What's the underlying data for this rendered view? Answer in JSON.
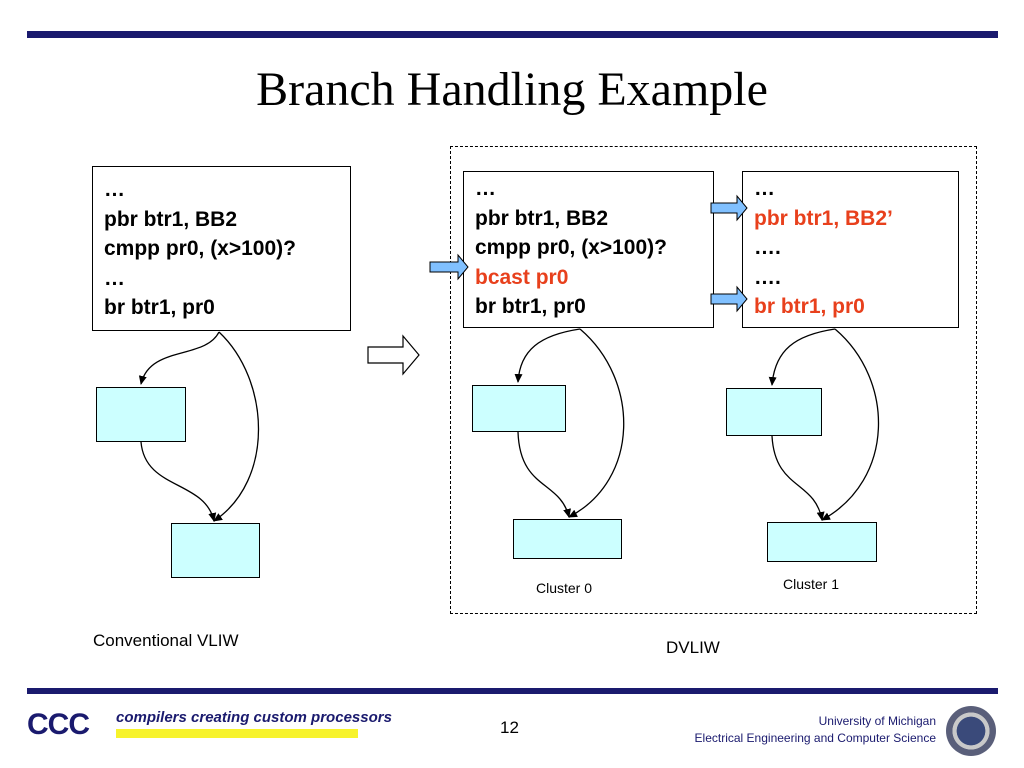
{
  "title": "Branch Handling Example",
  "conventional": {
    "code": [
      "…",
      "pbr btr1, BB2",
      "cmpp pr0, (x>100)?",
      "…",
      "br btr1, pr0"
    ],
    "caption": "Conventional VLIW"
  },
  "dvliw": {
    "cluster0_code": [
      "…",
      "pbr btr1, BB2",
      "cmpp pr0, (x>100)?",
      "bcast pr0",
      "br btr1, pr0"
    ],
    "cluster1_code": [
      "…",
      "pbr btr1, BB2’",
      "….",
      "….",
      "br btr1, pr0"
    ],
    "cluster0_label": "Cluster 0",
    "cluster1_label": "Cluster 1",
    "caption": "DVLIW"
  },
  "colors": {
    "highlight_text": "#e8401c",
    "block_fill": "#ccffff",
    "arrow_fill": "#80c0ff",
    "rule_color": "#1a1a6e"
  },
  "footer": {
    "logo_mark": "CCC",
    "logo_text": "compilers creating custom processors",
    "page_number": "12",
    "university": "University of Michigan",
    "department": "Electrical Engineering and Computer Science"
  }
}
